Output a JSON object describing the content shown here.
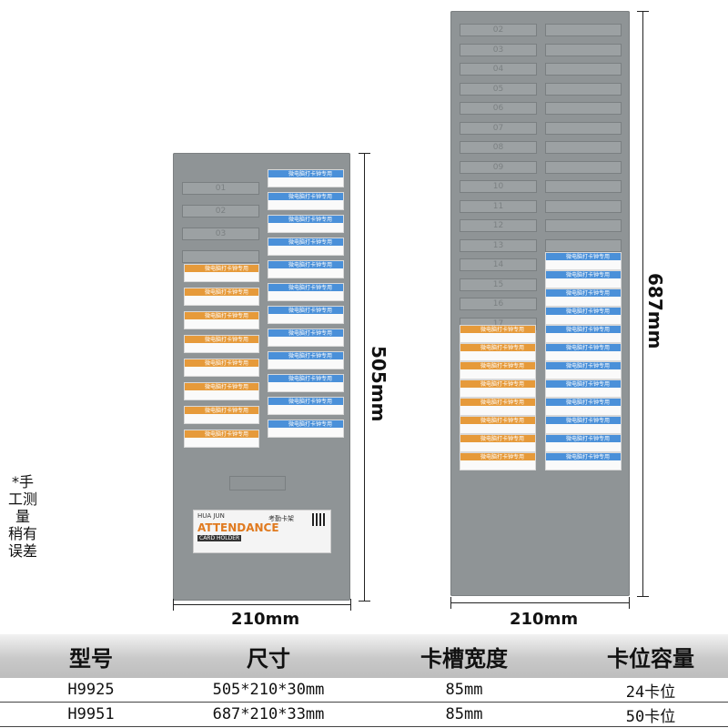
{
  "products": {
    "small": {
      "height_label": "505mm",
      "width_label": "210mm",
      "slot_numbers": [
        "01",
        "02",
        "03"
      ],
      "label_card": {
        "brand": "HUA JUN",
        "title": "ATTENDANCE",
        "subtitle": "CARD HOLDER",
        "name": "考勤卡架"
      }
    },
    "large": {
      "height_label": "687mm",
      "width_label": "210mm",
      "slot_numbers": [
        "02",
        "03",
        "04",
        "05",
        "06",
        "07",
        "08",
        "09",
        "10",
        "11",
        "12",
        "13",
        "14",
        "15",
        "16",
        "17"
      ]
    }
  },
  "card_text": "微电脑打卡钟专用",
  "note": "*手工测量 稍有误差",
  "table": {
    "headers": [
      "型号",
      "尺寸",
      "卡槽宽度",
      "卡位容量"
    ],
    "rows": [
      [
        "H9925",
        "505*210*30mm",
        "85mm",
        "24卡位"
      ],
      [
        "H9951",
        "687*210*33mm",
        "85mm",
        "50卡位"
      ]
    ]
  },
  "colors": {
    "rack": "#8f9496",
    "card_orange": "#e69a3a",
    "card_blue": "#4a90d9"
  }
}
